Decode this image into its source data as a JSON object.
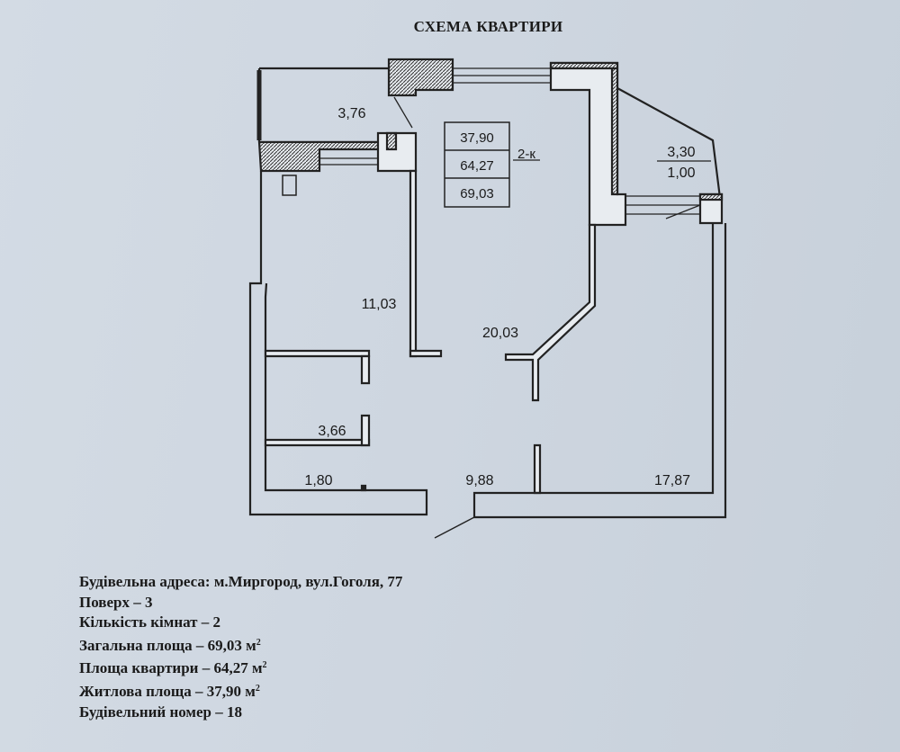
{
  "title": "СХЕМА КВАРТИРИ",
  "summary_box": {
    "living_area": "37,90",
    "apartment_area": "64,27",
    "total_area": "69,03",
    "rooms_label": "2-к"
  },
  "room_areas": {
    "balcony_left": "3,76",
    "kitchen": "11,03",
    "living_room": "20,03",
    "bedroom": "17,87",
    "bathroom": "3,66",
    "wc": "1,80",
    "hall": "9,88",
    "balcony_right": "3,30",
    "balcony_right_reduced": "1,00"
  },
  "info": {
    "address": "Будівельна адреса: м.Миргород, вул.Гоголя, 77",
    "floor": "Поверх – 3",
    "rooms": "Кількість кімнат – 2",
    "total_area_prefix": "Загальна площа – 69,03 м",
    "apartment_area_prefix": "Площа квартири – 64,27 м",
    "living_area_prefix": "Житлова площа – 37,90 м",
    "area_unit_exp": "2",
    "building_number": "Будівельний номер – 18"
  }
}
